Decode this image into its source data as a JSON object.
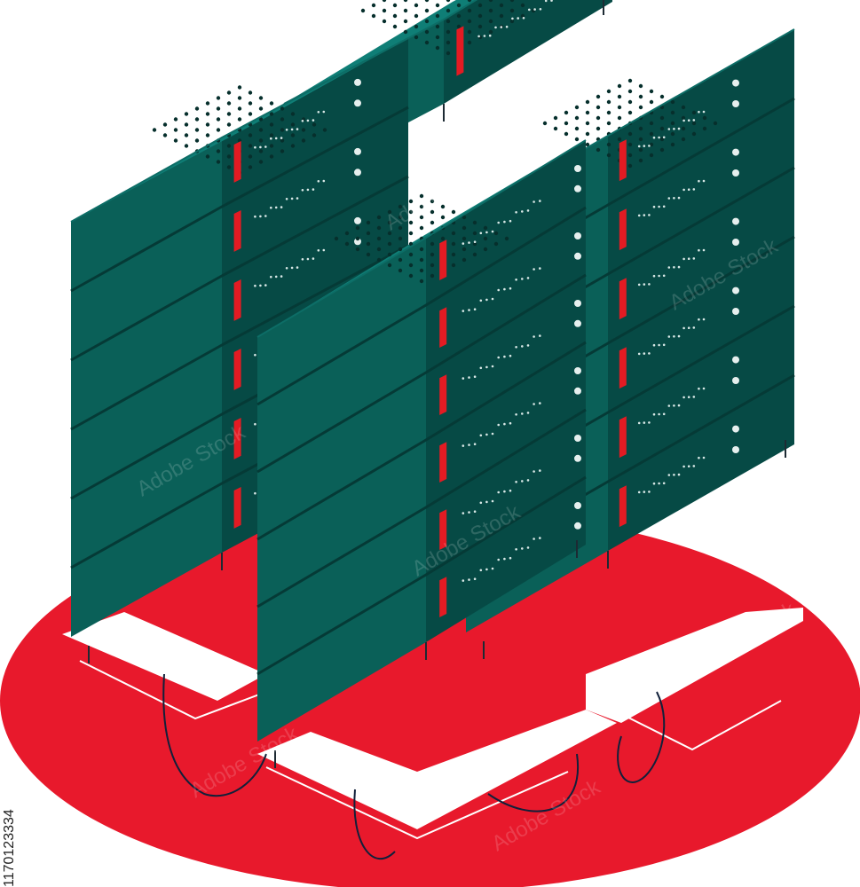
{
  "image": {
    "stock_id": "1170123334",
    "watermark_text": "Adobe Stock"
  },
  "palette": {
    "top": "#0f7e76",
    "front": "#0a6058",
    "side": "#064a45",
    "seam": "#053a36",
    "led": "#e31b23",
    "floor": "#e8192c",
    "pad": "#ffffff",
    "cable": "#11203a"
  },
  "racks": [
    {
      "name": "back-center-rack",
      "units": 1
    },
    {
      "name": "left-rack",
      "units": 6
    },
    {
      "name": "right-rack",
      "units": 6
    },
    {
      "name": "front-rack",
      "units": 6
    }
  ]
}
